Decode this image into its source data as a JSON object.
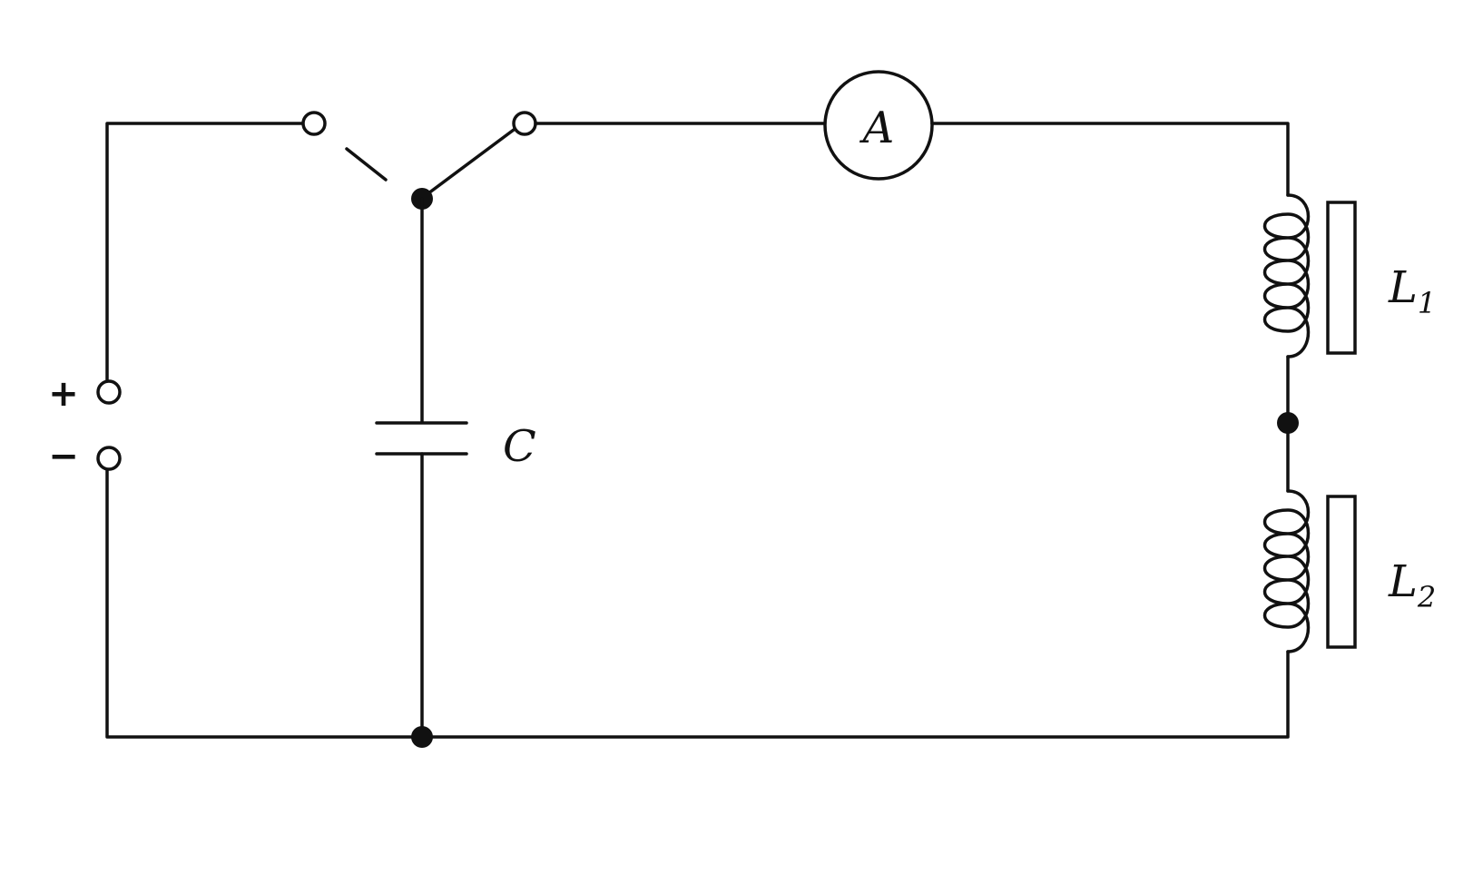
{
  "diagram": {
    "polarity": {
      "positive": "+",
      "negative": "−"
    },
    "ammeter": {
      "label": "A"
    },
    "capacitor": {
      "label": "C"
    },
    "inductors": [
      {
        "label": "L",
        "subscript": "1"
      },
      {
        "label": "L",
        "subscript": "2"
      }
    ]
  }
}
